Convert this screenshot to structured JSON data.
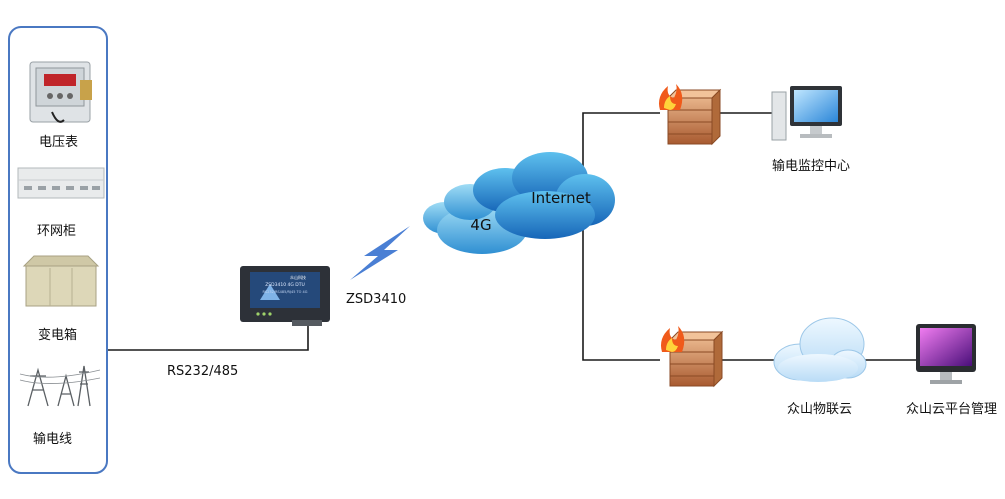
{
  "devices": [
    {
      "label": "电压表",
      "icon": "voltmeter-icon"
    },
    {
      "label": "环网柜",
      "icon": "ring-main-unit-icon"
    },
    {
      "label": "变电箱",
      "icon": "transformer-box-icon"
    },
    {
      "label": "输电线",
      "icon": "transmission-line-icon"
    }
  ],
  "interface_label": "RS232/485",
  "dtu": {
    "label": "ZSD3410",
    "model_text": "ZSD3410 4G DTU",
    "sub_text": "RS232/RS485/RJ45 TO 4G",
    "brand": "众山科技"
  },
  "clouds": {
    "cell": "4G",
    "internet": "Internet",
    "iot": "众山物联云"
  },
  "endpoints": {
    "monitor_center": "输电监控中心",
    "platform": "众山云平台管理"
  },
  "colors": {
    "border": "#4a78c2",
    "lightning": "#4a7fd4",
    "cloud_light": "#5ab0e3",
    "cloud_dark": "#1a76c4",
    "iot_cloud": "#cfe8fa",
    "line": "#1a1a1a"
  }
}
